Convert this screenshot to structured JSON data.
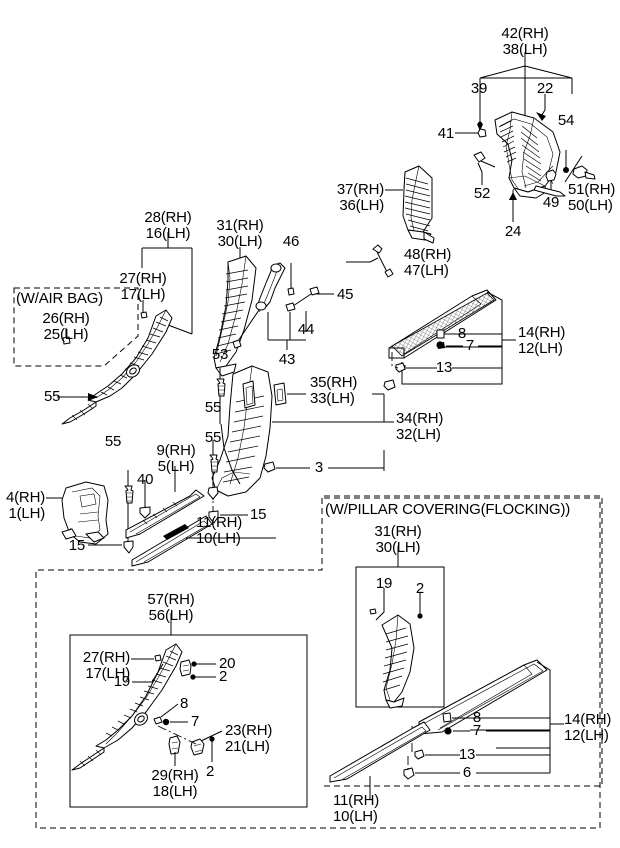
{
  "diagram": {
    "title": "Vehicle Interior Pillar Trim & Scuff Plate Exploded Parts Diagram",
    "notes": {
      "air_bag": "(W/AIR BAG)",
      "pillar_covering": "(W/PILLAR COVERING(FLOCKING))"
    }
  },
  "callouts": {
    "c42_38": "42(RH)\n38(LH)",
    "c39": "39",
    "c22": "22",
    "c41": "41",
    "c54": "54",
    "c52": "52",
    "c51_50": "51(RH)\n50(LH)",
    "c24": "24",
    "c49": "49",
    "c37_36": "37(RH)\n36(LH)",
    "c48_47": "48(RH)\n47(LH)",
    "c28_16": "28(RH)\n16(LH)",
    "c27_17_top": "27(RH)\n17(LH)",
    "c31_30_top": "31(RH)\n30(LH)",
    "c46": "46",
    "c45": "45",
    "c44": "44",
    "c43": "43",
    "c26_25": "26(RH)\n25(LH)",
    "c55_a": "55",
    "c55_b": "55",
    "c55_c": "55",
    "c55_d": "55",
    "c53": "53",
    "c35_33": "35(RH)\n33(LH)",
    "c34_32": "34(RH)\n32(LH)",
    "c3": "3",
    "c8_top": "8",
    "c7_top": "7",
    "c13_top": "13",
    "c14_12_top": "14(RH)\n12(LH)",
    "c4_1": "4(RH)\n1(LH)",
    "c40": "40",
    "c15_a": "15",
    "c15_b": "15",
    "c9_5": "9(RH)\n5(LH)",
    "c11_10_top": "11(RH)\n10(LH)",
    "c57_56": "57(RH)\n56(LH)",
    "c27_17_box": "27(RH)\n17(LH)",
    "c19_box": "19",
    "c20": "20",
    "c2_a": "2",
    "c8_box": "8",
    "c7_box": "7",
    "c23_21": "23(RH)\n21(LH)",
    "c29_18": "29(RH)\n18(LH)",
    "c2_b": "2",
    "c31_30_bot": "31(RH)\n30(LH)",
    "c19_bot": "19",
    "c2_c": "2",
    "c8_bot": "8",
    "c7_bot": "7",
    "c13_bot": "13",
    "c6_bot": "6",
    "c14_12_bot": "14(RH)\n12(LH)",
    "c11_10_bot": "11(RH)\n10(LH)"
  },
  "colors": {
    "line": "#000000",
    "background": "#ffffff"
  }
}
